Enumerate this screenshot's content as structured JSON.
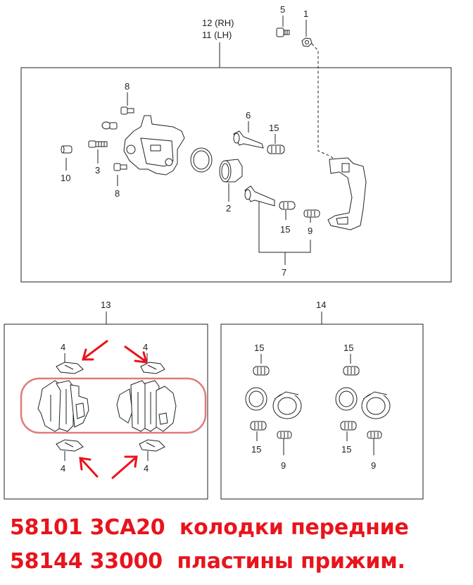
{
  "labels": {
    "n1": "1",
    "n2": "2",
    "n3": "3",
    "n4": "4",
    "n5": "5",
    "n6": "6",
    "n7": "7",
    "n8": "8",
    "n9": "9",
    "n10": "10",
    "n11": "11 (LH)",
    "n12": "12 (RH)",
    "n13": "13",
    "n14": "14",
    "n15": "15"
  },
  "captions": {
    "line1": "58101 3CA20  колодки передние",
    "line2": "58144 33000  пластины прижим."
  },
  "colors": {
    "line": "#222222",
    "accent": "#e8141c",
    "highlight": "#e07a7a"
  }
}
